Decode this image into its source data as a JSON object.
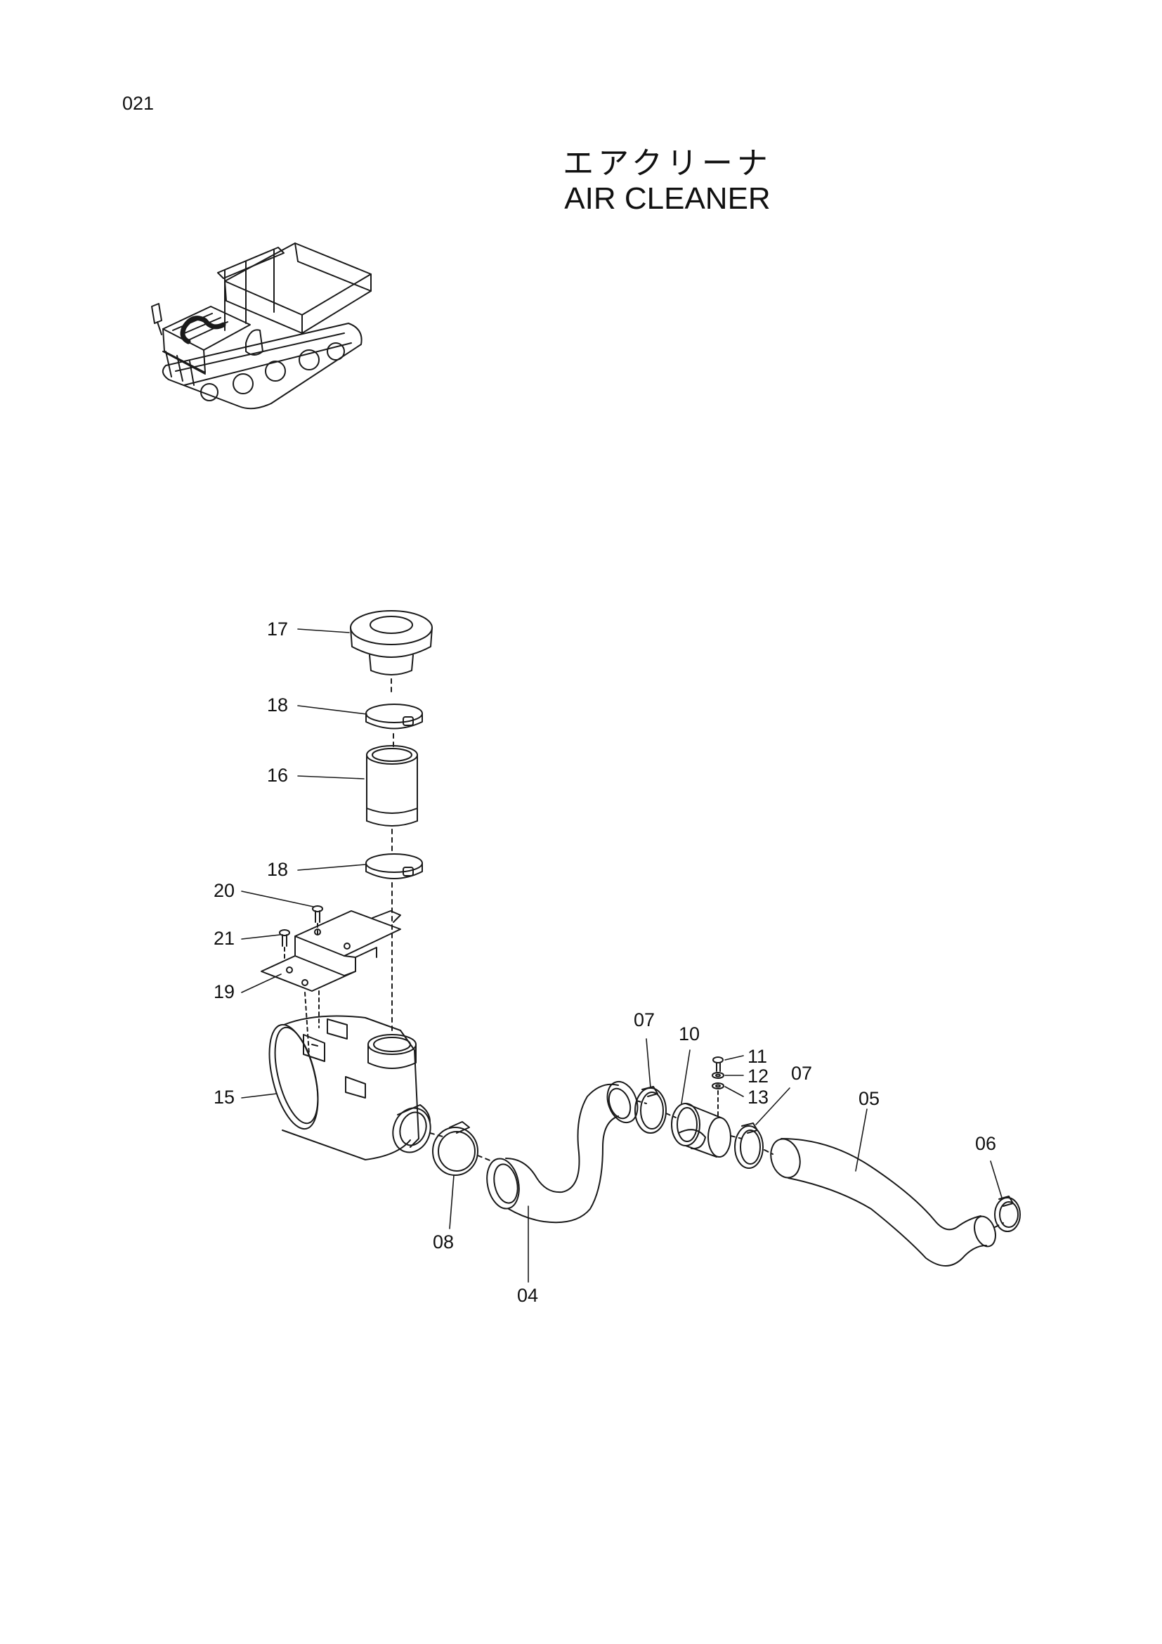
{
  "page": {
    "number": "021",
    "title_jp": "エアクリーナ",
    "title_en": "AIR CLEANER"
  },
  "callouts": {
    "c17": "17",
    "c18a": "18",
    "c16": "16",
    "c18b": "18",
    "c20": "20",
    "c21": "21",
    "c19": "19",
    "c15": "15",
    "c08": "08",
    "c04": "04",
    "c07a": "07",
    "c10": "10",
    "c11": "11",
    "c12": "12",
    "c13": "13",
    "c07b": "07",
    "c05": "05",
    "c06": "06"
  },
  "colors": {
    "line": "#1a1a1a",
    "paper": "#ffffff"
  }
}
